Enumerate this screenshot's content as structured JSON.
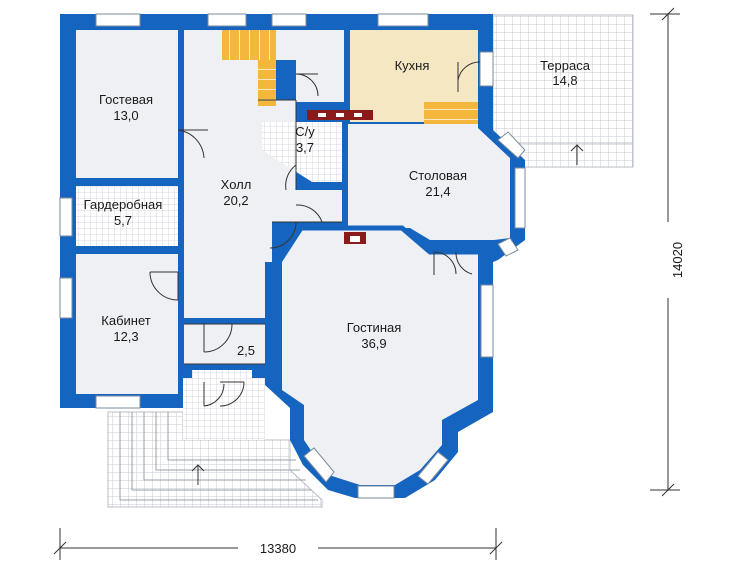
{
  "colors": {
    "wall": "#1565c0",
    "floor": "#eef0f4",
    "kitchen": "#f6e7c3",
    "stairs": "#f4b63c",
    "terrace_grid": "#c7ccd3",
    "window": "#ffffff",
    "fireplace": "#8b1a1a",
    "line": "#333333"
  },
  "rooms": {
    "guest": {
      "name": "Гостевая",
      "area": "13,0"
    },
    "wardrobe": {
      "name": "Гардеробная",
      "area": "5,7"
    },
    "office": {
      "name": "Кабинет",
      "area": "12,3"
    },
    "hall": {
      "name": "Холл",
      "area": "20,2"
    },
    "small": {
      "name": "",
      "area": "2,5"
    },
    "bath": {
      "name": "С/у",
      "area": "3,7"
    },
    "kitchen": {
      "name": "Кухня",
      "area": ""
    },
    "dining": {
      "name": "Столовая",
      "area": "21,4"
    },
    "living": {
      "name": "Гостиная",
      "area": "36,9"
    },
    "terrace": {
      "name": "Терраса",
      "area": "14,8"
    }
  },
  "dimensions": {
    "width": "13380",
    "height": "14020"
  }
}
